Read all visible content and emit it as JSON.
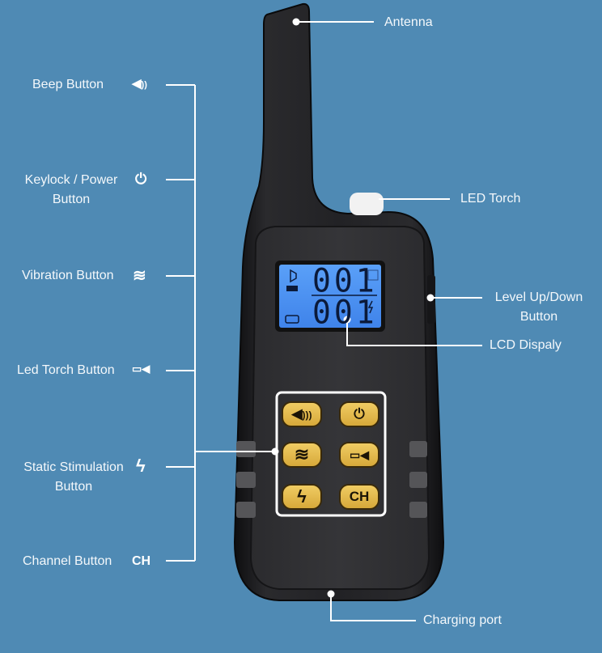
{
  "background_color": "#4F8AB4",
  "device": {
    "body_color": "#1e1e20",
    "lcd_color": "#4c8ff2",
    "button_color": "#e2b84a",
    "lcd": {
      "top_value": "001",
      "bottom_value": "001"
    },
    "buttons": [
      {
        "name": "beep",
        "glyph": "🔊"
      },
      {
        "name": "power",
        "glyph": "⏻"
      },
      {
        "name": "vibration",
        "glyph": "≋"
      },
      {
        "name": "torch",
        "glyph": "▭◀"
      },
      {
        "name": "static",
        "glyph": "ϟ"
      },
      {
        "name": "channel",
        "glyph": "CH"
      }
    ]
  },
  "labels": {
    "left": [
      {
        "text": "Beep Button",
        "icon": "speaker-icon",
        "glyph": "◀))"
      },
      {
        "text_line1": "Keylock / Power",
        "text_line2": "Button",
        "icon": "power-icon",
        "glyph": "⏻"
      },
      {
        "text": "Vibration Button",
        "icon": "vibration-icon",
        "glyph": "≋"
      },
      {
        "text": "Led Torch Button",
        "icon": "torch-icon",
        "glyph": "▭◀"
      },
      {
        "text_line1": "Static Stimulation",
        "text_line2": "Button",
        "icon": "lightning-icon",
        "glyph": "ϟ"
      },
      {
        "text": "Channel Button",
        "icon": "channel-icon",
        "glyph": "CH"
      }
    ],
    "right": [
      {
        "text": "Antenna"
      },
      {
        "text": "LED Torch"
      },
      {
        "text_line1": "Level Up/Down",
        "text_line2": "Button"
      },
      {
        "text": "LCD Dispaly"
      },
      {
        "text": "Charging port"
      }
    ]
  }
}
